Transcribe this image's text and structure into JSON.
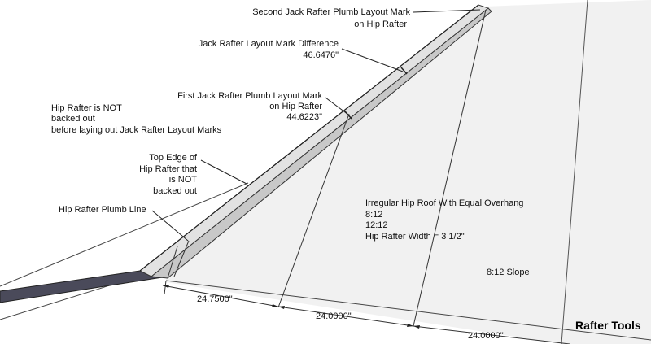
{
  "annotations": {
    "second_mark_l1": "Second Jack Rafter Plumb Layout Mark",
    "second_mark_l2": "on Hip Rafter",
    "difference_l1": "Jack Rafter Layout Mark Difference",
    "difference_l2": "46.6476\"",
    "first_mark_l1": "First Jack Rafter Plumb Layout Mark",
    "first_mark_l2": "on Hip Rafter",
    "first_mark_l3": "44.6223\"",
    "not_backed_l1": "Hip Rafter is NOT",
    "not_backed_l2": "backed out",
    "not_backed_l3": "before laying out Jack Rafter Layout Marks",
    "top_edge_l1": "Top Edge of",
    "top_edge_l2": "Hip Rafter that",
    "top_edge_l3": "is NOT",
    "top_edge_l4": "backed out",
    "plumb_line": "Hip Rafter Plumb Line",
    "roof_title": "Irregular Hip Roof With Equal Overhang",
    "pitch_1": "8:12",
    "pitch_2": "12:12",
    "width": "Hip Rafter Width = 3 1/2\"",
    "slope": "8:12 Slope"
  },
  "dimensions": {
    "d1": "24.7500\"",
    "d2": "24.0000\"",
    "d3": "24.0000\""
  },
  "brand": "Rafter Tools"
}
